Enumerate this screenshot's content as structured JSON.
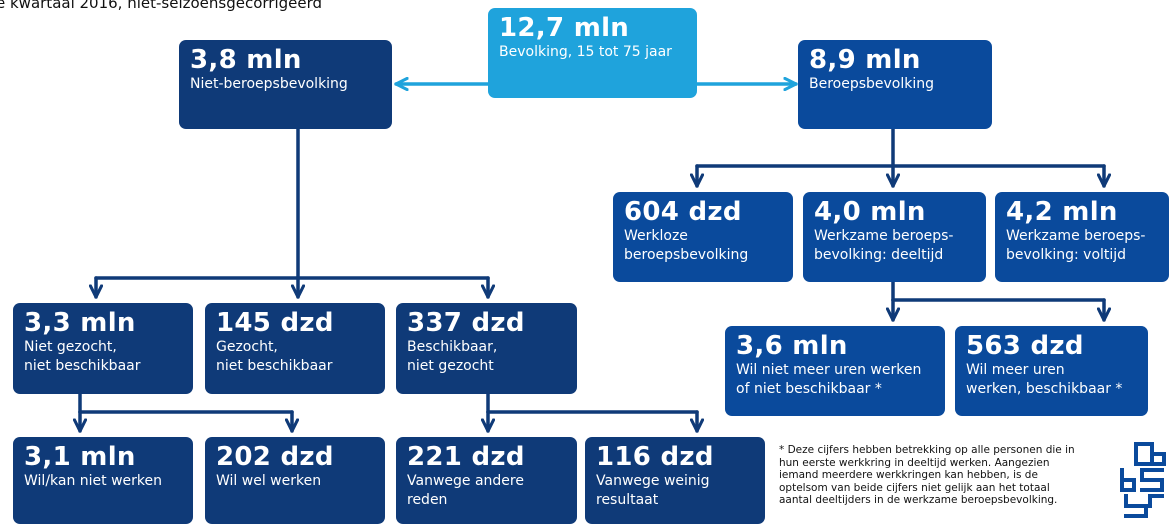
{
  "subtitle": "e kwartaal 2016, niet-seizoensgecorrigeerd",
  "colors": {
    "dark_box": "#0f3a78",
    "mid_box": "#0a4a9c",
    "top_box": "#1fa3dc",
    "connector": "#0f3a78",
    "top_arrow": "#1fa3dc"
  },
  "nodes": {
    "population": {
      "value": "12,7 mln",
      "label": "Bevolking, 15 tot 75 jaar"
    },
    "non_labour_force": {
      "value": "3,8 mln",
      "label": "Niet-beroepsbevolking"
    },
    "labour_force": {
      "value": "8,9 mln",
      "label": "Beroepsbevolking"
    },
    "unemployed": {
      "value": "604 dzd",
      "label": "Werkloze\nberoepsbevolking"
    },
    "employed_parttime": {
      "value": "4,0 mln",
      "label": "Werkzame beroeps-\nbevolking: deeltijd"
    },
    "employed_fulltime": {
      "value": "4,2 mln",
      "label": "Werkzame beroeps-\nbevolking: voltijd"
    },
    "not_sought_not_available": {
      "value": "3,3 mln",
      "label": "Niet gezocht,\nniet beschikbaar"
    },
    "sought_not_available": {
      "value": "145 dzd",
      "label": "Gezocht,\nniet beschikbaar"
    },
    "available_not_sought": {
      "value": "337 dzd",
      "label": "Beschikbaar,\nniet gezocht"
    },
    "no_more_hours": {
      "value": "3,6 mln",
      "label": "Wil niet meer uren werken\nof niet beschikbaar *"
    },
    "more_hours": {
      "value": "563 dzd",
      "label": "Wil meer uren\nwerken, beschikbaar *"
    },
    "cannot_work": {
      "value": "3,1 mln",
      "label": "Wil/kan niet werken"
    },
    "wants_work": {
      "value": "202 dzd",
      "label": "Wil wel werken"
    },
    "other_reason": {
      "value": "221 dzd",
      "label": "Vanwege andere\nreden"
    },
    "little_result": {
      "value": "116 dzd",
      "label": "Vanwege weinig\nresultaat"
    }
  },
  "footnote": "* Deze cijfers hebben betrekking op alle personen die in\nhun eerste werkkring in deeltijd werken. Aangezien\niemand meerdere werkkringen kan hebben, is de\noptelsom van beide cijfers niet gelijk aan het totaal\naantal deeltijders in de werkzame beroepsbevolking.",
  "logo": {
    "text": "cbs",
    "icon": "cbs-logo-icon"
  }
}
